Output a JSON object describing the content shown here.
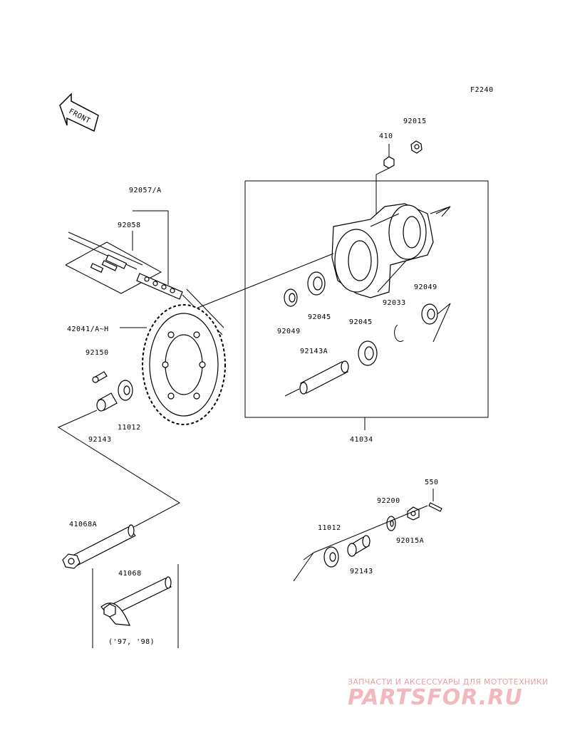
{
  "diagram_code": "F2240",
  "front_label": "FRONT",
  "labels": {
    "p92015": "92015",
    "p410": "410",
    "p92057": "92057/A",
    "p92058": "92058",
    "p42041": "42041/A~H",
    "p92150": "92150",
    "p11012a": "11012",
    "p92143a": "92143",
    "p92049a": "92049",
    "p92045a": "92045",
    "p92033": "92033",
    "p92049b": "92049",
    "p92045b": "92045",
    "p92143A": "92143A",
    "p41034": "41034",
    "p550": "550",
    "p92200": "92200",
    "p11012b": "11012",
    "p92015A": "92015A",
    "p92143b": "92143",
    "p41068A": "41068A",
    "p41068": "41068",
    "years": "('97, '98)"
  },
  "watermark": {
    "tagline": "ЗАПЧАСТИ И АКСЕССУАРЫ ДЛЯ МОТОТЕХНИКИ",
    "logo": "PARTSFOR.RU",
    "color": "#f2b8be"
  }
}
